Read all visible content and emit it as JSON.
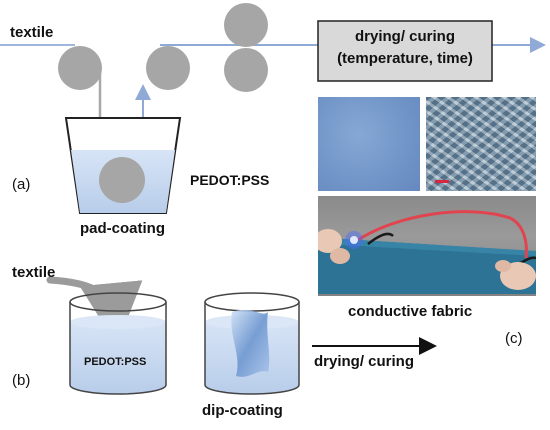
{
  "part_a": {
    "input_label": "textile",
    "panel_label": "(a)",
    "solution_label": "PEDOT:PSS",
    "method_label": "pad-coating",
    "process_box": {
      "line1": "drying/ curing",
      "line2": "(temperature, time)"
    }
  },
  "part_b": {
    "input_label": "textile",
    "panel_label": "(b)",
    "solution_label": "PEDOT:PSS",
    "method_label": "dip-coating",
    "step_label": "drying/ curing"
  },
  "part_c": {
    "panel_label": "(c)",
    "caption": "conductive fabric"
  },
  "colors": {
    "roller": "#a6a6a6",
    "arrow_line": "#8faad6",
    "box_fill": "#d9d9d9",
    "liquid": "#c9daf1",
    "fabric_blue": "#7a9ecf",
    "fabric_strip": "#2a6f90",
    "led": "#2f5bff"
  }
}
